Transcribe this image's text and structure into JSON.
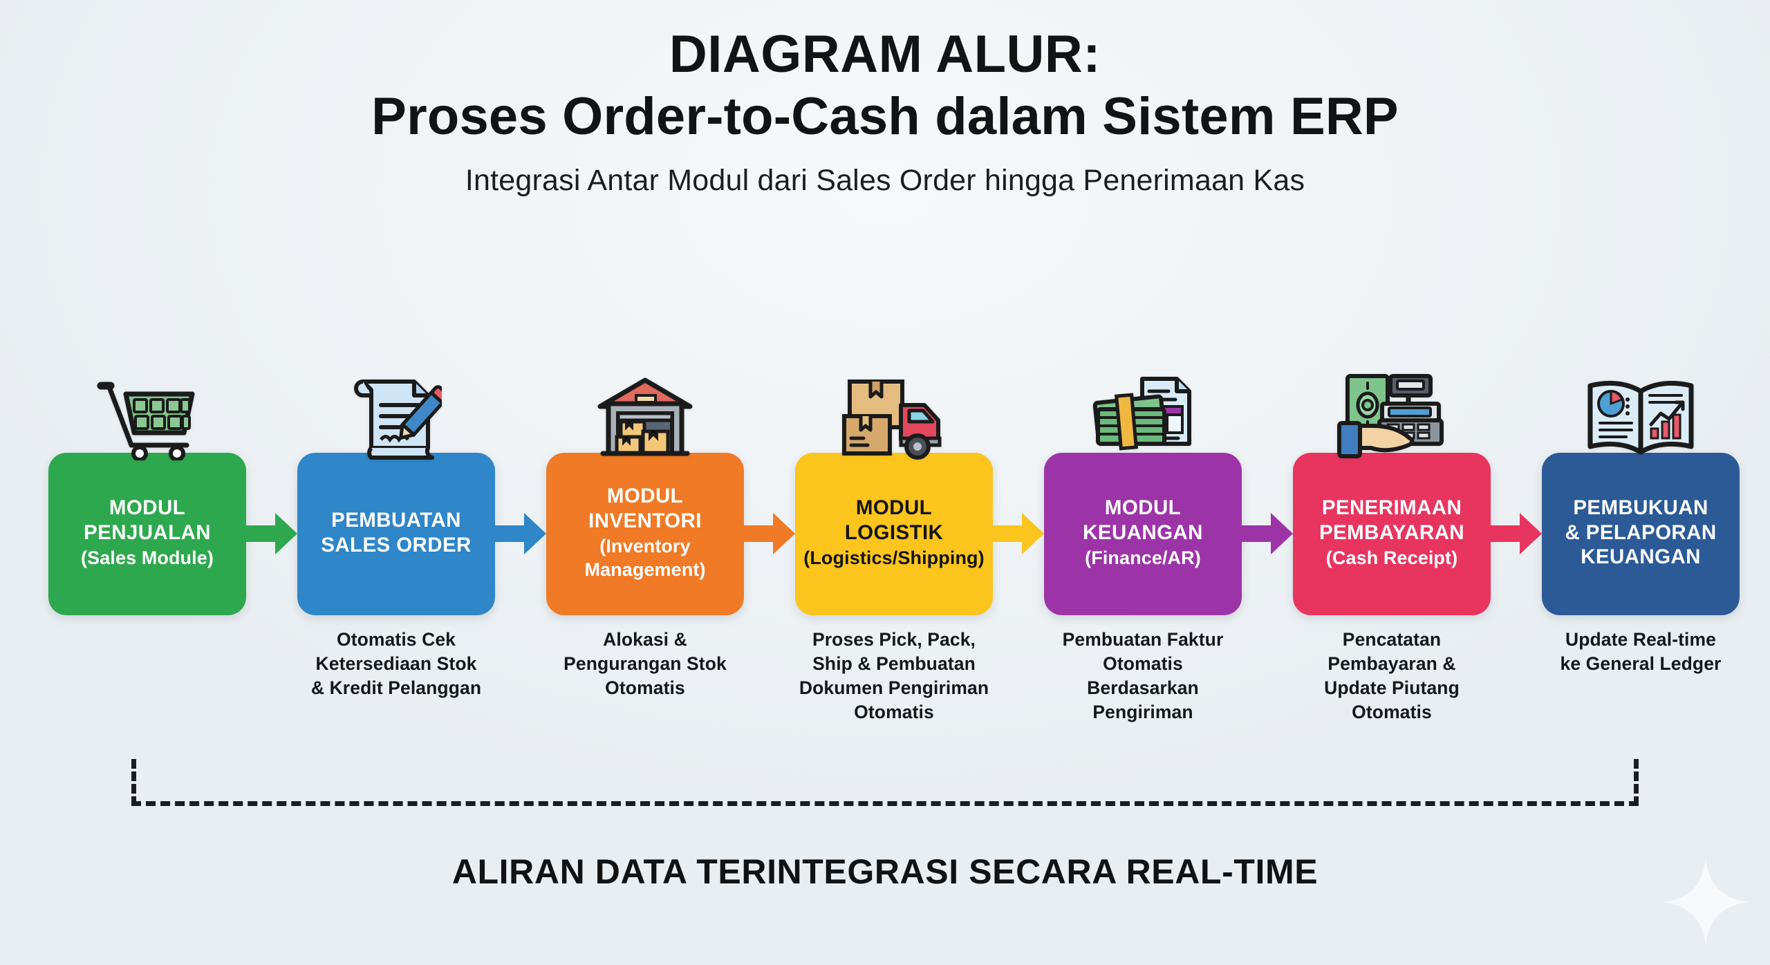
{
  "header": {
    "title_line1": "DIAGRAM ALUR:",
    "title_line2": "Proses Order-to-Cash dalam Sistem ERP",
    "subtitle": "Integrasi Antar Modul dari Sales Order hingga Penerimaan Kas"
  },
  "flow": {
    "steps": [
      {
        "icon": "shopping-cart-icon",
        "title": "MODUL\nPENJUALAN",
        "title_line1": "MODUL",
        "title_line2": "PENJUALAN",
        "subtitle": "(Sales Module)",
        "caption": "",
        "color": "#2EA84E",
        "text_color": "#FFFFFF"
      },
      {
        "icon": "document-pencil-icon",
        "title_line1": "PEMBUATAN",
        "title_line2": "SALES ORDER",
        "subtitle": "",
        "caption": "Otomatis Cek\nKetersediaan Stok\n& Kredit Pelanggan",
        "color": "#2F86C8",
        "text_color": "#FFFFFF"
      },
      {
        "icon": "warehouse-icon",
        "title_line1": "MODUL",
        "title_line2": "INVENTORI",
        "subtitle": "(Inventory\nManagement)",
        "caption": "Alokasi &\nPengurangan Stok\nOtomatis",
        "color": "#F07A25",
        "text_color": "#FFFFFF"
      },
      {
        "icon": "delivery-truck-icon",
        "title_line1": "MODUL",
        "title_line2": "LOGISTIK",
        "subtitle": "(Logistics/Shipping)",
        "caption": "Proses Pick, Pack,\nShip & Pembuatan\nDokumen Pengiriman\nOtomatis",
        "color": "#FBC51D",
        "text_color": "#141414"
      },
      {
        "icon": "money-invoice-icon",
        "title_line1": "MODUL",
        "title_line2": "KEUANGAN",
        "subtitle": "(Finance/AR)",
        "caption": "Pembuatan Faktur\nOtomatis\nBerdasarkan\nPengiriman",
        "color": "#9C34A8",
        "text_color": "#FFFFFF"
      },
      {
        "icon": "cash-register-hand-icon",
        "title_line1": "PENERIMAAN",
        "title_line2": "PEMBAYARAN",
        "subtitle": "(Cash Receipt)",
        "caption": "Pencatatan\nPembayaran &\nUpdate Piutang\nOtomatis",
        "color": "#E8355F",
        "text_color": "#FFFFFF"
      },
      {
        "icon": "open-book-chart-icon",
        "title_line1": "PEMBUKUAN",
        "title_line2": "& PELAPORAN",
        "title_line3": "KEUANGAN",
        "subtitle": "",
        "caption": "Update Real-time\nke General Ledger",
        "color": "#2B5A96",
        "text_color": "#FFFFFF"
      }
    ],
    "arrow_colors": [
      "#2EA84E",
      "#2F86C8",
      "#F07A25",
      "#FBC51D",
      "#9C34A8",
      "#E8355F"
    ]
  },
  "footer": {
    "banner": "ALIRAN DATA TERINTEGRASI SECARA REAL-TIME",
    "bracket_style": "dashed"
  }
}
